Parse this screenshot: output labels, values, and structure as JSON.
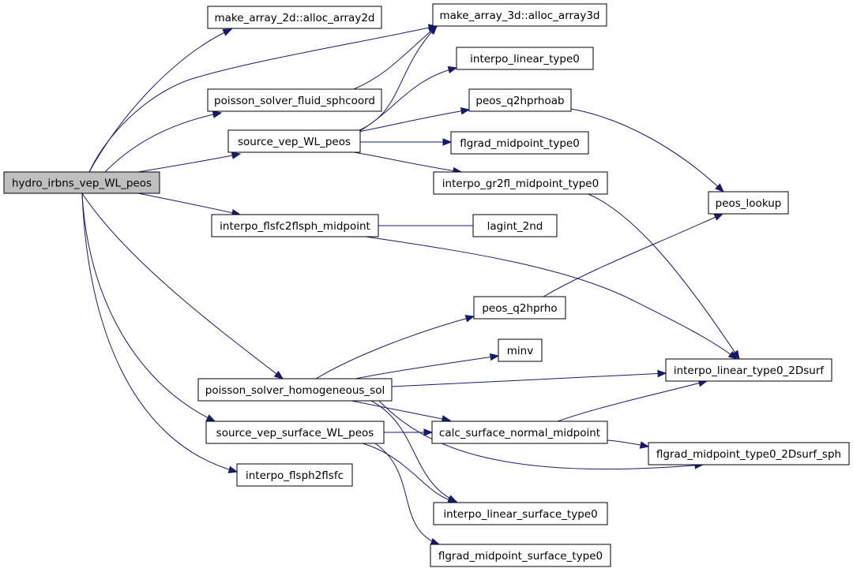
{
  "colors": {
    "edge": "#191970",
    "node_border": "#000000",
    "root_fill": "#bfbfbf",
    "node_fill": "#ffffff"
  },
  "nodes": {
    "hydro_irbns_vep_WL_peos": "hydro_irbns_vep_WL_peos",
    "make_array_2d_alloc_array2d": "make_array_2d::alloc_array2d",
    "make_array_3d_alloc_array3d": "make_array_3d::alloc_array3d",
    "poisson_solver_fluid_sphcoord": "poisson_solver_fluid_sphcoord",
    "source_vep_WL_peos": "source_vep_WL_peos",
    "interpo_flsfc2flsph_midpoint": "interpo_flsfc2flsph_midpoint",
    "poisson_solver_homogeneous_sol": "poisson_solver_homogeneous_sol",
    "source_vep_surface_WL_peos": "source_vep_surface_WL_peos",
    "interpo_flsph2flsfc": "interpo_flsph2flsfc",
    "interpo_linear_type0": "interpo_linear_type0",
    "peos_q2hprhoab": "peos_q2hprhoab",
    "flgrad_midpoint_type0": "flgrad_midpoint_type0",
    "interpo_gr2fl_midpoint_type0": "interpo_gr2fl_midpoint_type0",
    "lagint_2nd": "lagint_2nd",
    "peos_q2hprho": "peos_q2hprho",
    "minv": "minv",
    "calc_surface_normal_midpoint": "calc_surface_normal_midpoint",
    "interpo_linear_surface_type0": "interpo_linear_surface_type0",
    "flgrad_midpoint_surface_type0": "flgrad_midpoint_surface_type0",
    "peos_lookup": "peos_lookup",
    "interpo_linear_type0_2Dsurf": "interpo_linear_type0_2Dsurf",
    "flgrad_midpoint_type0_2Dsurf_sph": "flgrad_midpoint_type0_2Dsurf_sph"
  }
}
